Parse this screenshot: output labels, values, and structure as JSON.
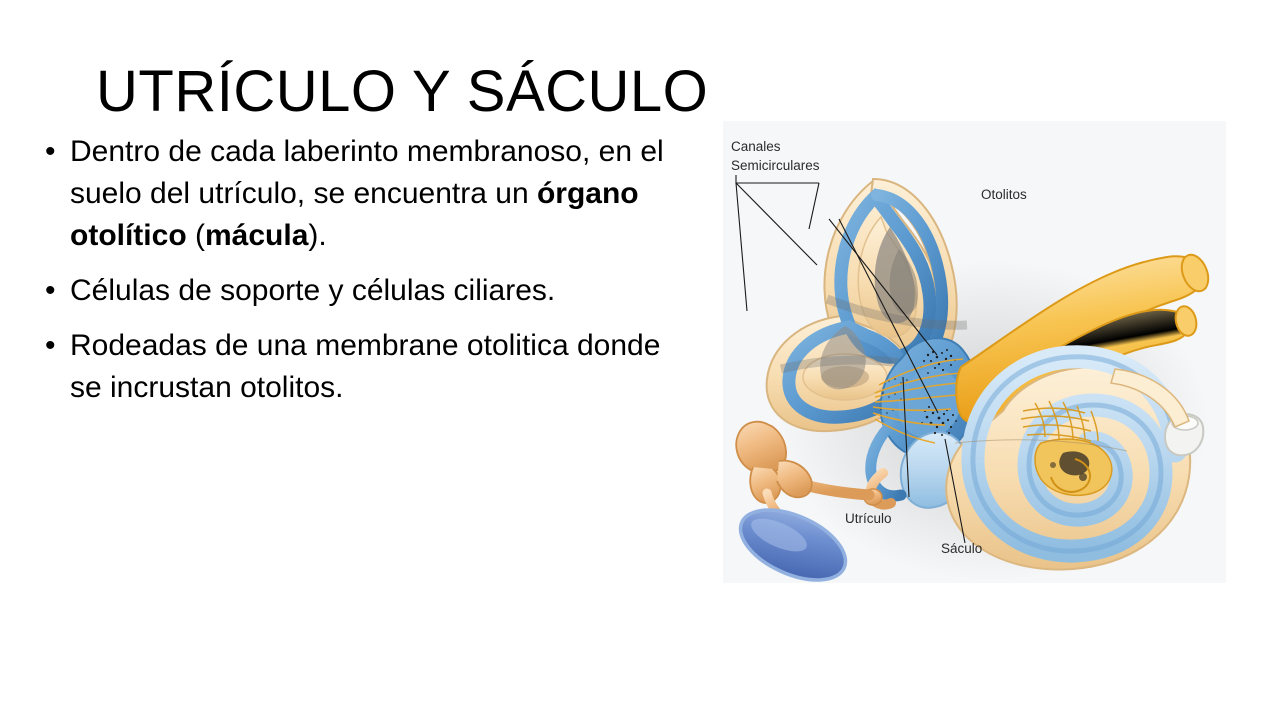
{
  "slide": {
    "title": "UTRÍCULO Y SÁCULO",
    "background_color": "#ffffff",
    "bullet_marker": "•",
    "bullets": [
      {
        "id": "bullet-1",
        "segments": [
          {
            "text": "Dentro de cada laberinto membranoso, en el suelo del utrículo, se encuentra un ",
            "bold": false
          },
          {
            "text": "órgano otolítico",
            "bold": true
          },
          {
            "text": " (",
            "bold": false
          },
          {
            "text": "mácula",
            "bold": true
          },
          {
            "text": ").",
            "bold": false
          }
        ],
        "plain": "Dentro de cada laberinto membranoso, en el suelo del utrículo, se encuentra un órgano otolítico (mácula)."
      },
      {
        "id": "bullet-2",
        "segments": [
          {
            "text": "Células de soporte y células ciliares.",
            "bold": false
          }
        ],
        "plain": "Células de soporte y células ciliares."
      },
      {
        "id": "bullet-3",
        "segments": [
          {
            "text": "Rodeadas de una membrane otolitica donde se incrustan otolitos.",
            "bold": false
          }
        ],
        "plain": "Rodeadas de una membrane otolitica donde se incrustan otolitos."
      }
    ]
  },
  "figure": {
    "name": "inner-ear-anatomy-diagram",
    "panel_background": "#f6f7f8",
    "labels": {
      "canales_line1": "Canales",
      "canales_line2": "Semicirculares",
      "otolitos": "Otolitos",
      "utriculo": "Utrículo",
      "saculo": "Sáculo"
    },
    "colors": {
      "bone_cream": "#f7dcb0",
      "bone_cream_light": "#fbeed2",
      "canal_blue": "#5b9ad0",
      "canal_blue_dark": "#3f7db5",
      "cochlea_blue_light": "#b9d7ef",
      "nerve_yellow": "#f5b933",
      "nerve_yellow_light": "#fbd37a",
      "ossicle_peach": "#f0bb83",
      "eardrum_blue": "#6e8fd0",
      "leader_line": "#1a1a1a",
      "cavity_grey": "#8f8a83"
    }
  }
}
